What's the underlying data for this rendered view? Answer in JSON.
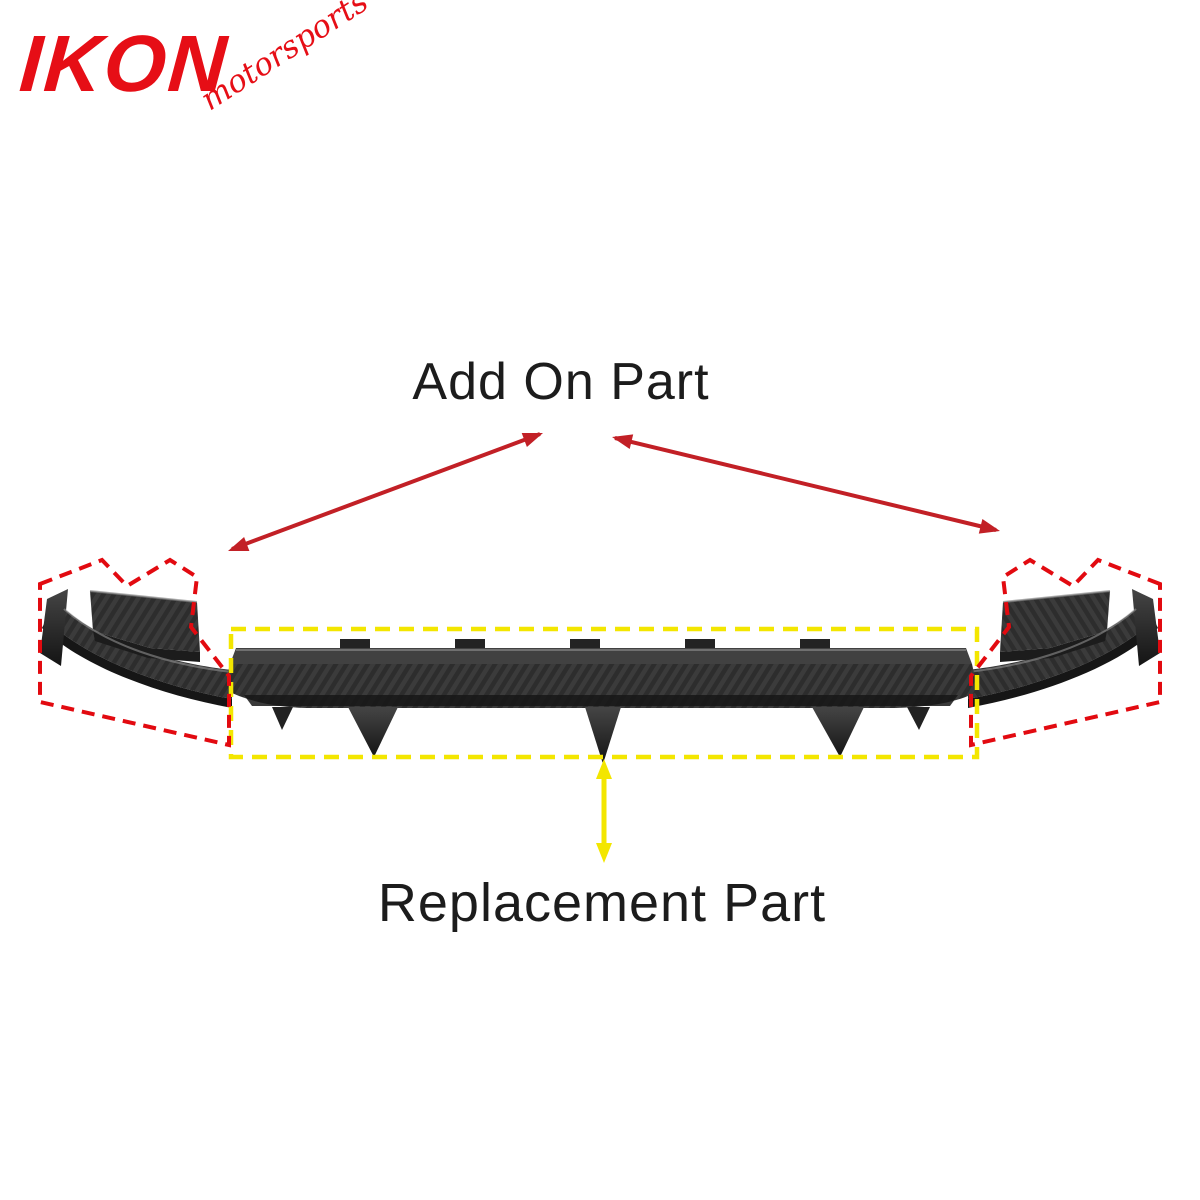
{
  "logo": {
    "brand": "IKON",
    "script": "motorsports",
    "color": "#e60e16"
  },
  "labels": {
    "add_on": "Add On Part",
    "replacement": "Replacement Part"
  },
  "colors": {
    "text": "#1c1c1c",
    "arrow_red": "#c22026",
    "dash_red": "#e20a10",
    "dash_yellow": "#f3e600",
    "arrow_yellow": "#f3e600",
    "part_dark": "#2d2d2d"
  },
  "illustration": {
    "subject": "carbon-fiber rear diffuser: center replacement piece outlined in yellow, left and right add-on corner pieces outlined in red"
  }
}
